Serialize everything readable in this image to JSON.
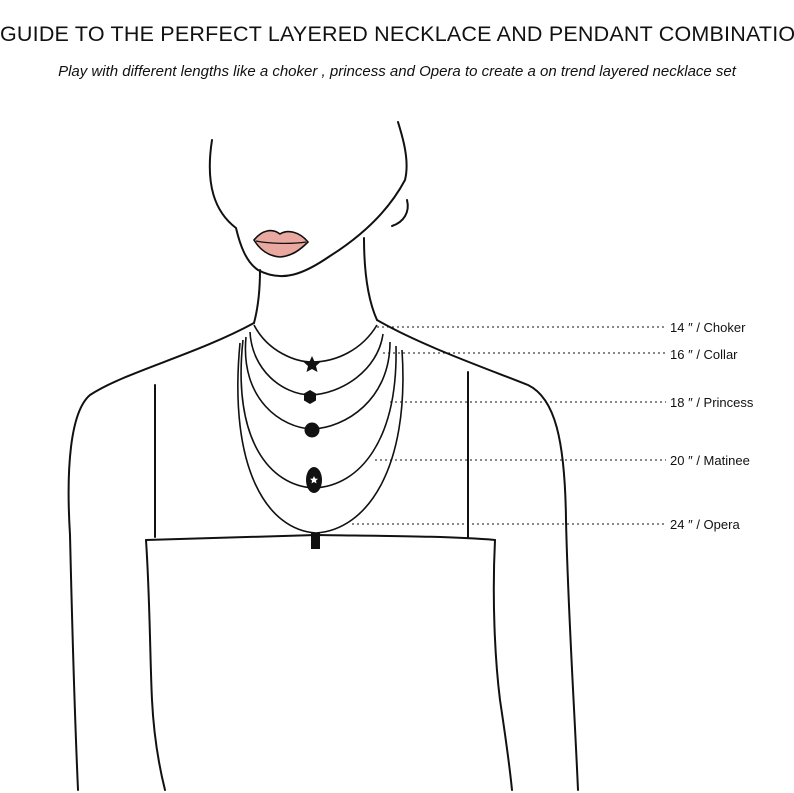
{
  "header": {
    "title": "GUIDE TO THE PERFECT LAYERED NECKLACE AND PENDANT COMBINATIONS",
    "subtitle": "Play with different lengths like a choker , princess and Opera to create a on trend layered necklace set"
  },
  "necklaces": [
    {
      "length": "14",
      "unit": "″",
      "style": "Choker",
      "pendant": "star"
    },
    {
      "length": "16",
      "unit": "″",
      "style": "Collar",
      "pendant": "hexagon"
    },
    {
      "length": "18",
      "unit": "″",
      "style": "Princess",
      "pendant": "disc"
    },
    {
      "length": "20",
      "unit": "″",
      "style": "Matinee",
      "pendant": "oval-star"
    },
    {
      "length": "24",
      "unit": "″",
      "style": "Opera",
      "pendant": "bar"
    }
  ],
  "colors": {
    "ink": "#111111",
    "lips": "#e9a9a0",
    "background": "#ffffff"
  }
}
